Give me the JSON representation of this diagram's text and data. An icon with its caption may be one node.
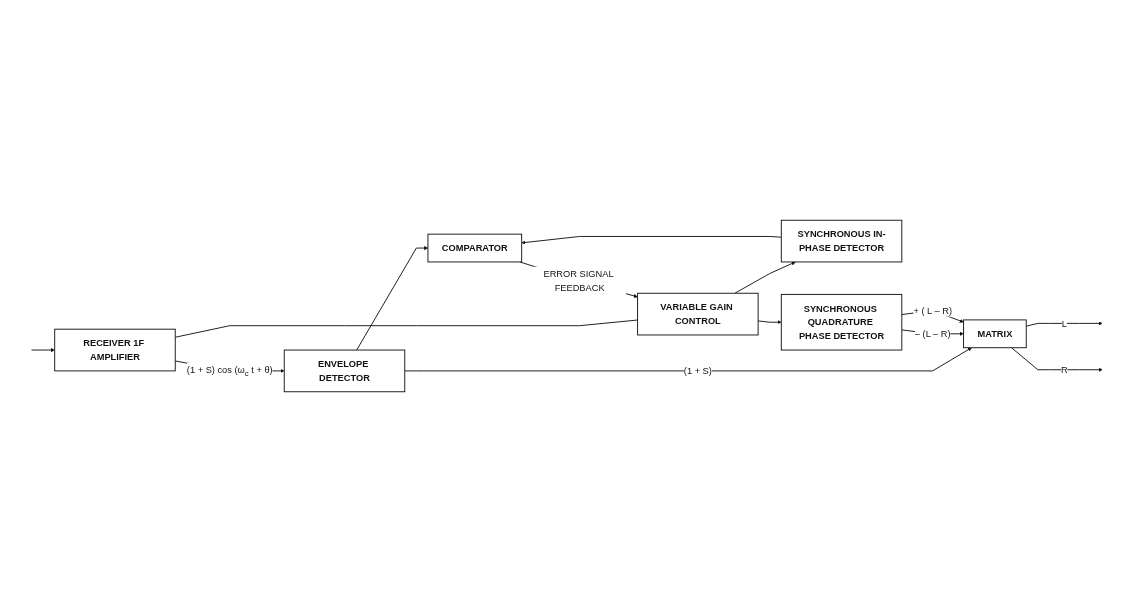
{
  "diagram": {
    "nodes": [
      {
        "text": [
          "RECEIVER 1F AMPLIFIER"
        ]
      },
      {
        "text": [
          "ENVELOPE DETECTOR"
        ]
      },
      {
        "text": [
          "COMPARATOR"
        ]
      },
      {
        "text": [
          "VARIABLE GAIN CONTROL"
        ]
      },
      {
        "text": [
          "SYNCHRONOUS IN-PHASE DETECTOR"
        ]
      },
      {
        "text": [
          "SYNCHRONOUS QUADRATURE PHASE DETECTOR"
        ]
      },
      {
        "text": [
          "MATRIX"
        ]
      }
    ],
    "edges": [
      {
        "from": null,
        "to": 0,
        "arrow": "to"
      },
      {
        "from": 0,
        "to": 1,
        "arrow": "to",
        "label": "(1 + S) cos (ω$_{c}$ t + θ)"
      },
      {
        "from": 0,
        "to": 3,
        "arrow": "none"
      },
      {
        "from": 1,
        "to": 6,
        "arrow": "to",
        "label": "(1 + S)"
      },
      {
        "from": 1,
        "to": 2,
        "arrow": "to"
      },
      {
        "from": 2,
        "to": 3,
        "arrow": "to",
        "label": "ERROR SIGNAL FEEDBACK"
      },
      {
        "from": 3,
        "to": 4,
        "arrow": "to"
      },
      {
        "from": 3,
        "to": 5,
        "arrow": "to"
      },
      {
        "from": 4,
        "to": 2,
        "arrow": "to"
      },
      {
        "from": 5,
        "to": 6,
        "arrow": "to",
        "label": "– (L – R)"
      },
      {
        "from": 5,
        "to": 6,
        "arrow": "to",
        "label": "+ ( L – R)"
      },
      {
        "from": 6,
        "to": null,
        "arrow": "to",
        "label": "L"
      },
      {
        "from": 6,
        "to": null,
        "arrow": "to",
        "label": "R"
      }
    ]
  }
}
